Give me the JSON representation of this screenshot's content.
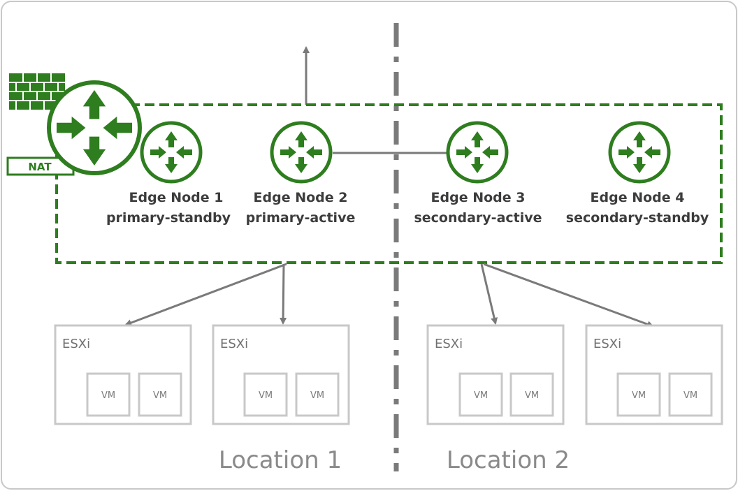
{
  "colors": {
    "green": "#2e7d1f",
    "gray_line": "#7a7a7a",
    "box_border": "#c8c8c8",
    "frame_border": "#c8c8c8",
    "label_text": "#3c3c3c"
  },
  "icons": {
    "tier0_router": "router-arrows-icon",
    "firewall": "firewall-brick-icon",
    "edge_router": "router-arrows-icon",
    "uplink": "uplink-arrow-icon"
  },
  "tier0": {
    "nat_label": "NAT"
  },
  "edge_nodes": [
    {
      "name": "Edge Node 1",
      "role": "primary-standby"
    },
    {
      "name": "Edge Node 2",
      "role": "primary-active"
    },
    {
      "name": "Edge Node 3",
      "role": "secondary-active"
    },
    {
      "name": "Edge Node 4",
      "role": "secondary-standby"
    }
  ],
  "hosts": [
    {
      "label": "ESXi",
      "vms": [
        "VM",
        "VM"
      ]
    },
    {
      "label": "ESXi",
      "vms": [
        "VM",
        "VM"
      ]
    },
    {
      "label": "ESXi",
      "vms": [
        "VM",
        "VM"
      ]
    },
    {
      "label": "ESXi",
      "vms": [
        "VM",
        "VM"
      ]
    }
  ],
  "locations": [
    "Location 1",
    "Location 2"
  ]
}
